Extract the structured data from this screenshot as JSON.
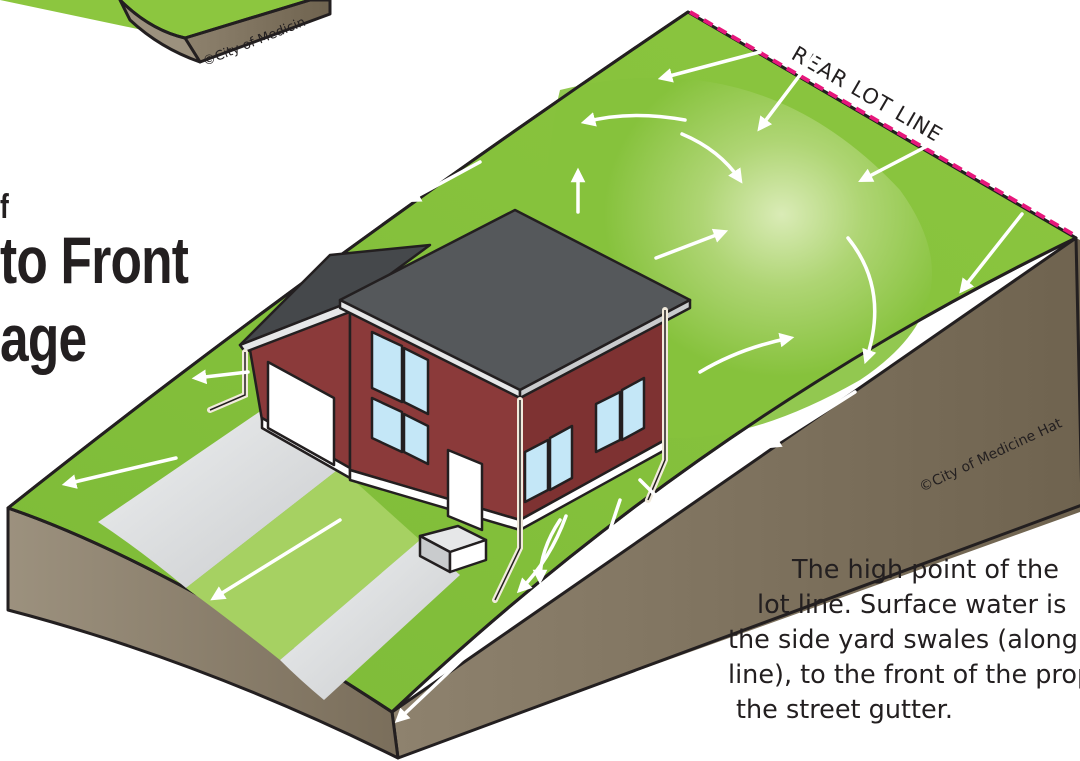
{
  "title": {
    "line1": "f",
    "line2": "to Front",
    "line3": "age"
  },
  "labels": {
    "rear_lot_line": "REAR LOT LINE",
    "copyright_main": "©City of Medicine Hat",
    "copyright_top": "©City of Medicin"
  },
  "description": {
    "line1": "The high point of the",
    "line2": "lot line.  Surface water is",
    "line3": "the side yard swales (along t",
    "line4": "line), to the front of the prop",
    "line5": "the street gutter."
  },
  "colors": {
    "grass": "#8cc63f",
    "grass_light": "#d2e8a4",
    "soil": "#8a7d68",
    "house_red": "#8b3a3a",
    "roof": "#55585b",
    "driveway": "#e6e7e8",
    "lot_line": "#e6177b"
  }
}
